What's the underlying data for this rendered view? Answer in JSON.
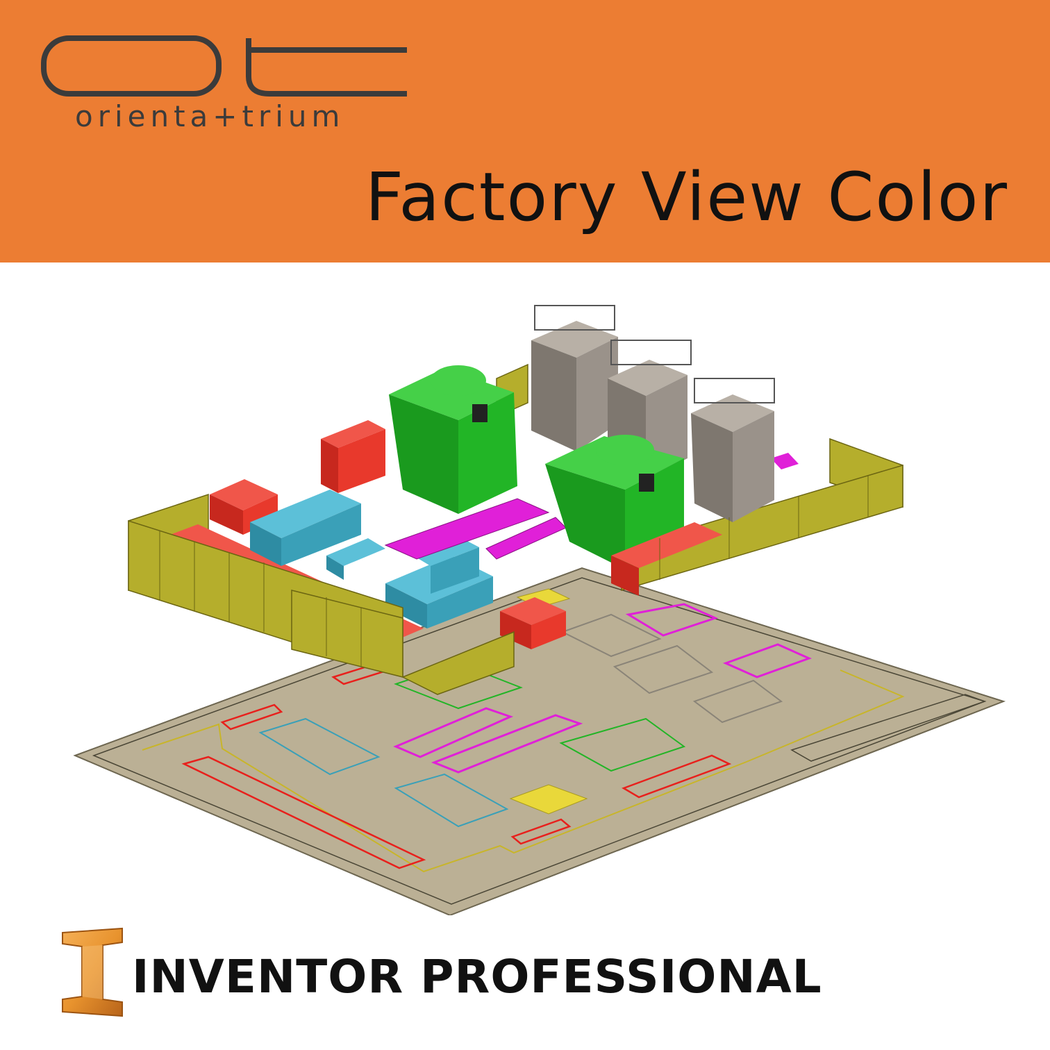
{
  "header": {
    "brand_text": "orienta+trium",
    "title": "Factory View Color",
    "background": "#EC7D33"
  },
  "logo": {
    "icon": "ot-logo-icon"
  },
  "scene": {
    "description_icon": "factory-layout-3d-render",
    "colors": {
      "floor": "#BBB095",
      "press_green": "#22B526",
      "press_gray": "#9A928A",
      "shear_teal": "#3AA0B8",
      "conveyor_magenta": "#E020D8",
      "rack_red": "#E8392C",
      "fence_yellow": "#B5AE2C"
    }
  },
  "footer": {
    "product_name": "INVENTOR PROFESSIONAL",
    "icon": "inventor-i-icon",
    "icon_color": "#E8932E"
  }
}
